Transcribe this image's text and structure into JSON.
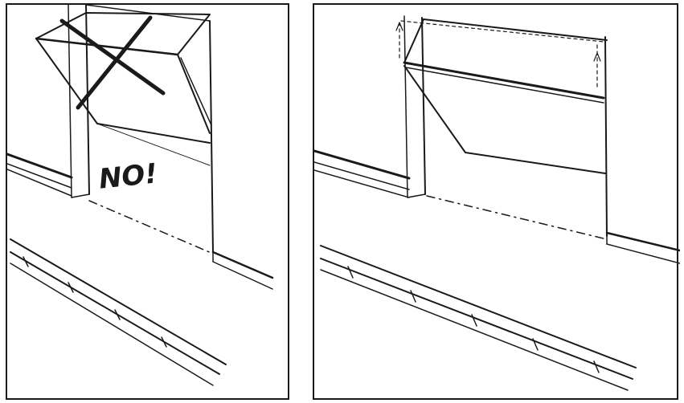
{
  "illustration": {
    "panels": [
      {
        "id": "left",
        "annotation": "NO!"
      },
      {
        "id": "right",
        "annotation": ""
      }
    ]
  },
  "colors": {
    "ink": "#1a1a1a",
    "paper": "#ffffff"
  }
}
